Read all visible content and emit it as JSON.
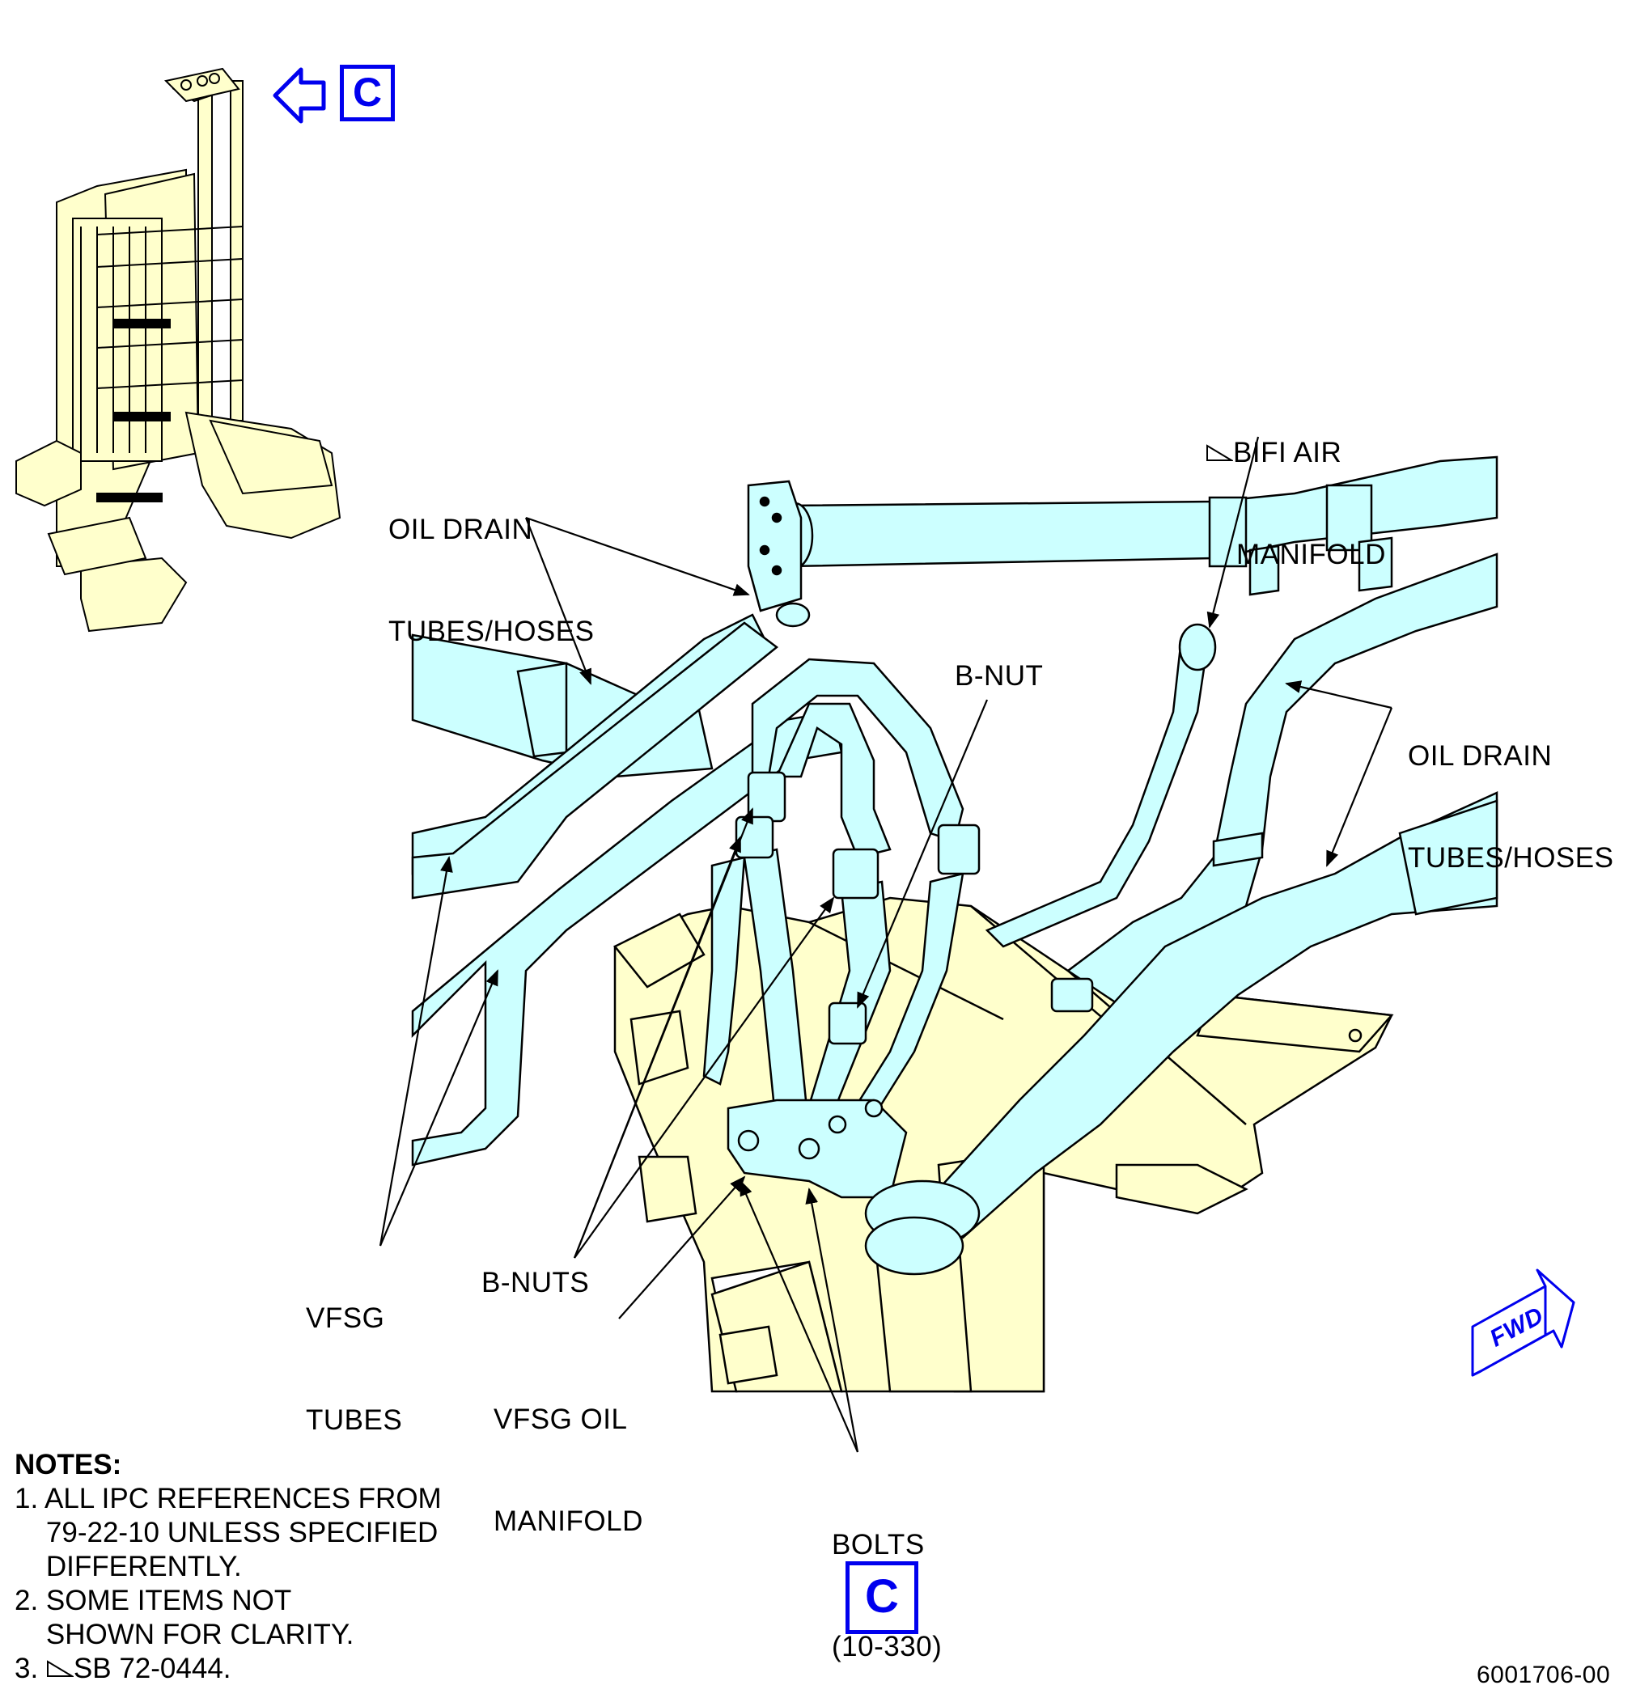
{
  "view_marker": {
    "letter": "C"
  },
  "labels": {
    "bifi_air_manifold": [
      "BIFI AIR",
      "MANIFOLD"
    ],
    "oil_drain_left": [
      "OIL DRAIN",
      "TUBES/HOSES"
    ],
    "oil_drain_right": [
      "OIL DRAIN",
      "TUBES/HOSES"
    ],
    "b_nut": "B-NUT",
    "b_nuts": "B-NUTS",
    "vfsg_tubes": [
      "VFSG",
      "TUBES"
    ],
    "vfsg_oil_manifold": [
      "VFSG OIL",
      "MANIFOLD"
    ],
    "bolts": [
      "BOLTS",
      "(10-330)"
    ]
  },
  "fwd_arrow": {
    "label": "FWD"
  },
  "notes": {
    "title": "NOTES:",
    "items": [
      [
        "1. ALL IPC REFERENCES FROM",
        "    79-22-10 UNLESS SPECIFIED",
        "    DIFFERENTLY."
      ],
      [
        "2. SOME ITEMS NOT",
        "    SHOWN FOR CLARITY."
      ],
      [
        "3. ",
        "SB 72-0444."
      ]
    ]
  },
  "figure_id": "6001706-00",
  "colors": {
    "tube_fill": "#ccffff",
    "structure_fill": "#ffffcc",
    "callout_blue": "#0000ee",
    "line": "#000000"
  }
}
